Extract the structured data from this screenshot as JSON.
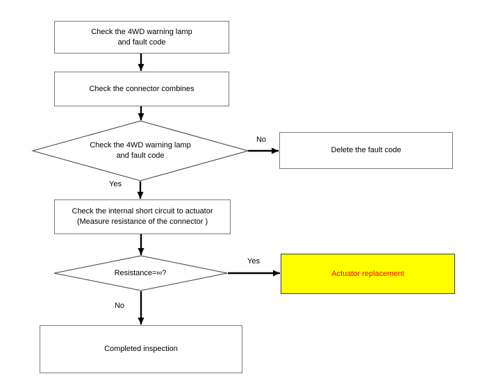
{
  "diagram": {
    "type": "flowchart",
    "nodes": [
      {
        "id": "check_lamp_top",
        "shape": "process",
        "lines": [
          "Check the 4WD warning lamp",
          "and fault code"
        ]
      },
      {
        "id": "check_connector",
        "shape": "process",
        "lines": [
          "Check the connector combines"
        ]
      },
      {
        "id": "decision_lamp",
        "shape": "decision",
        "lines": [
          "Check the 4WD warning lamp",
          "and fault code"
        ]
      },
      {
        "id": "delete_fault_code",
        "shape": "process",
        "lines": [
          "Delete the fault code"
        ]
      },
      {
        "id": "check_short_circuit",
        "shape": "process",
        "lines": [
          "Check the internal short circuit to actuator",
          "(Measure resistance of the connector )"
        ]
      },
      {
        "id": "decision_resistance",
        "shape": "decision",
        "lines": [
          "Resistance=∞?"
        ]
      },
      {
        "id": "actuator_replacement",
        "shape": "process-highlighted",
        "lines": [
          "Actuator replacement"
        ]
      },
      {
        "id": "completed_inspection",
        "shape": "process",
        "lines": [
          "Completed inspection"
        ]
      }
    ],
    "edges": [
      {
        "from": "check_lamp_top",
        "to": "check_connector",
        "label": ""
      },
      {
        "from": "check_connector",
        "to": "decision_lamp",
        "label": ""
      },
      {
        "from": "decision_lamp",
        "to": "delete_fault_code",
        "label": "No"
      },
      {
        "from": "decision_lamp",
        "to": "check_short_circuit",
        "label": "Yes"
      },
      {
        "from": "check_short_circuit",
        "to": "decision_resistance",
        "label": ""
      },
      {
        "from": "decision_resistance",
        "to": "actuator_replacement",
        "label": "Yes"
      },
      {
        "from": "decision_resistance",
        "to": "completed_inspection",
        "label": "No"
      }
    ]
  },
  "colors": {
    "background": "#ffffff",
    "box_border": "#7a7a7a",
    "diamond_border": "#3c3c3c",
    "arrow": "#000000",
    "text": "#000000",
    "highlight_fill": "#ffff00",
    "highlight_border": "#3c3c3c",
    "highlight_text": "#ff0000"
  }
}
